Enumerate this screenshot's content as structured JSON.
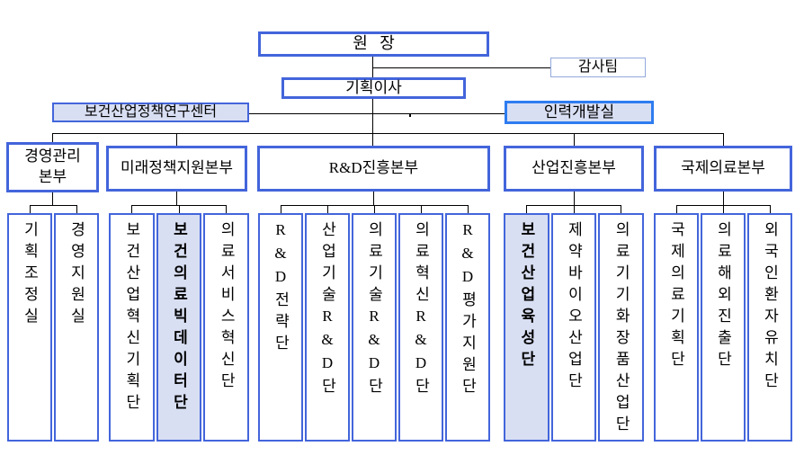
{
  "palette": {
    "box_border": "#4365db",
    "box_border_bright": "#2e7cf0",
    "box_border_light": "#92a9dc",
    "highlight_fill": "#d9dff3",
    "line_color": "#000000",
    "text_color": "#000000"
  },
  "top": {
    "president": "원   장",
    "audit_team": "감사팀",
    "planning_director": "기획이사",
    "policy_center": "보건산업정책연구센터",
    "hrd_office": "인력개발실"
  },
  "divisions": [
    {
      "name": "경영관리본부",
      "label": "경영관리\n본부",
      "units": [
        "기획조정실",
        "경영지원실"
      ]
    },
    {
      "name": "미래정책지원본부",
      "label": "미래정책지원본부",
      "units": [
        "보건산업혁신기획단",
        "보건의료빅데이터단",
        "의료서비스혁신단"
      ],
      "highlighted_unit": "보건의료빅데이터단"
    },
    {
      "name": "R&D진흥본부",
      "label": "R&D진흥본부",
      "units": [
        "R&D전략단",
        "산업기술R&D단",
        "의료기술R&D단",
        "의료혁신R&D단",
        "R&D평가지원단"
      ]
    },
    {
      "name": "산업진흥본부",
      "label": "산업진흥본부",
      "units": [
        "보건산업육성단",
        "제약바이오산업단",
        "의료기기화장품산업단"
      ],
      "highlighted_unit": "보건산업육성단"
    },
    {
      "name": "국제의료본부",
      "label": "국제의료본부",
      "units": [
        "국제의료기획단",
        "의료해외진출단",
        "외국인환자유치단"
      ]
    }
  ]
}
